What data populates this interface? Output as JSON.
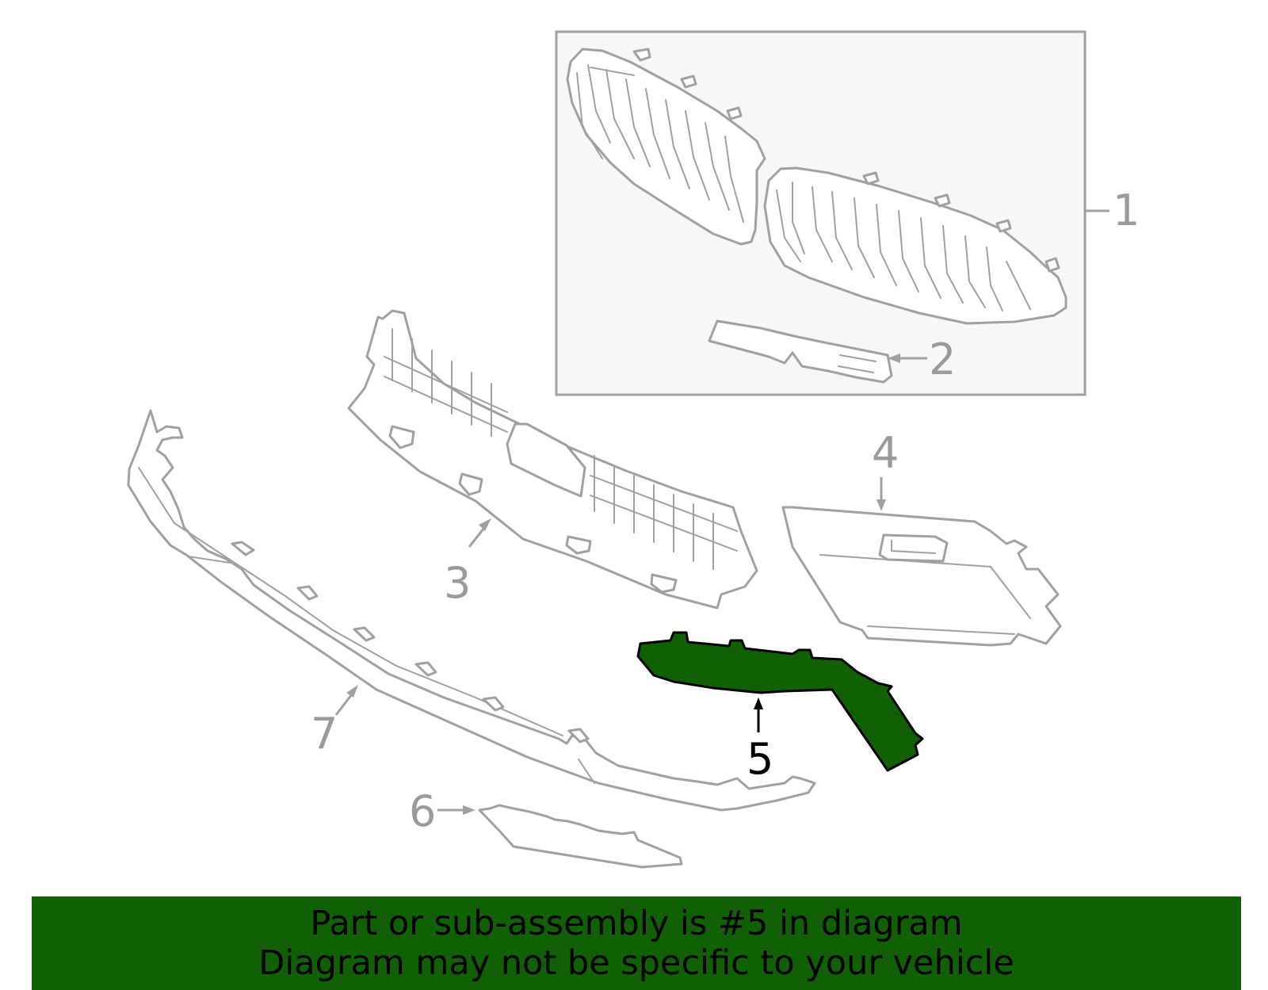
{
  "colors": {
    "highlight": "#126006",
    "line": "#a0a0a0",
    "callout": "#9a9a9a",
    "inset_fill": "#f7f7f7",
    "banner": "#126006"
  },
  "callouts": [
    {
      "id": "1",
      "label": "1",
      "highlighted": false
    },
    {
      "id": "2",
      "label": "2",
      "highlighted": false
    },
    {
      "id": "3",
      "label": "3",
      "highlighted": false
    },
    {
      "id": "4",
      "label": "4",
      "highlighted": false
    },
    {
      "id": "5",
      "label": "5",
      "highlighted": true
    },
    {
      "id": "6",
      "label": "6",
      "highlighted": false
    },
    {
      "id": "7",
      "label": "7",
      "highlighted": false
    }
  ],
  "banner": {
    "line1": "Part or sub-assembly is #5 in diagram",
    "line2": "Diagram may not be specific to your vehicle"
  }
}
